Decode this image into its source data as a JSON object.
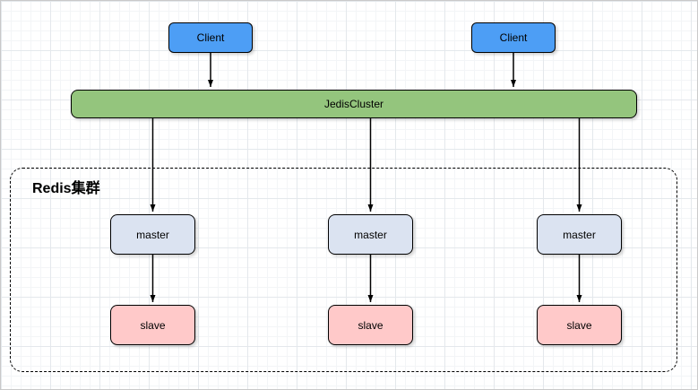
{
  "diagram": {
    "title": "Redis cluster architecture",
    "nodes": {
      "clients": [
        "Client",
        "Client"
      ],
      "jediscluster": "JedisCluster",
      "cluster_label": "Redis集群",
      "masters": [
        "master",
        "master",
        "master"
      ],
      "slaves": [
        "slave",
        "slave",
        "slave"
      ]
    },
    "colors": {
      "client_fill": "#4d9ef5",
      "jediscluster_fill": "#94c57d",
      "master_fill": "#dbe3f1",
      "slave_fill": "#ffc9c9",
      "node_border": "#000000",
      "connector": "#000000",
      "grid_line": "#e4e8ec"
    }
  }
}
